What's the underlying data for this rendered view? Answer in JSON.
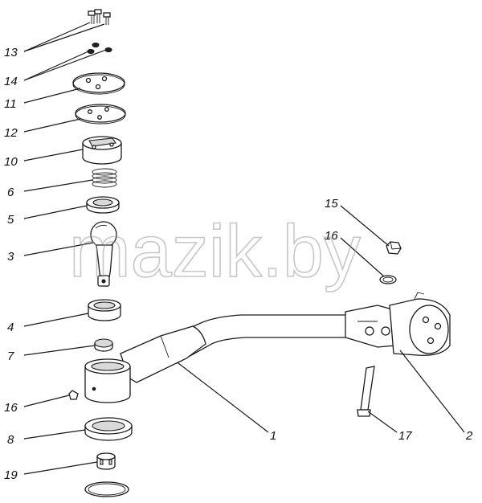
{
  "diagram": {
    "watermark": "mazik.by",
    "labels": {
      "p13": "13",
      "p14": "14",
      "p11": "11",
      "p12": "12",
      "p10": "10",
      "p6": "6",
      "p5": "5",
      "p3": "3",
      "p4": "4",
      "p7": "7",
      "p16a": "16",
      "p8": "8",
      "p19": "19",
      "p15": "15",
      "p16b": "16",
      "p1": "1",
      "p17": "17",
      "p2": "2"
    }
  }
}
